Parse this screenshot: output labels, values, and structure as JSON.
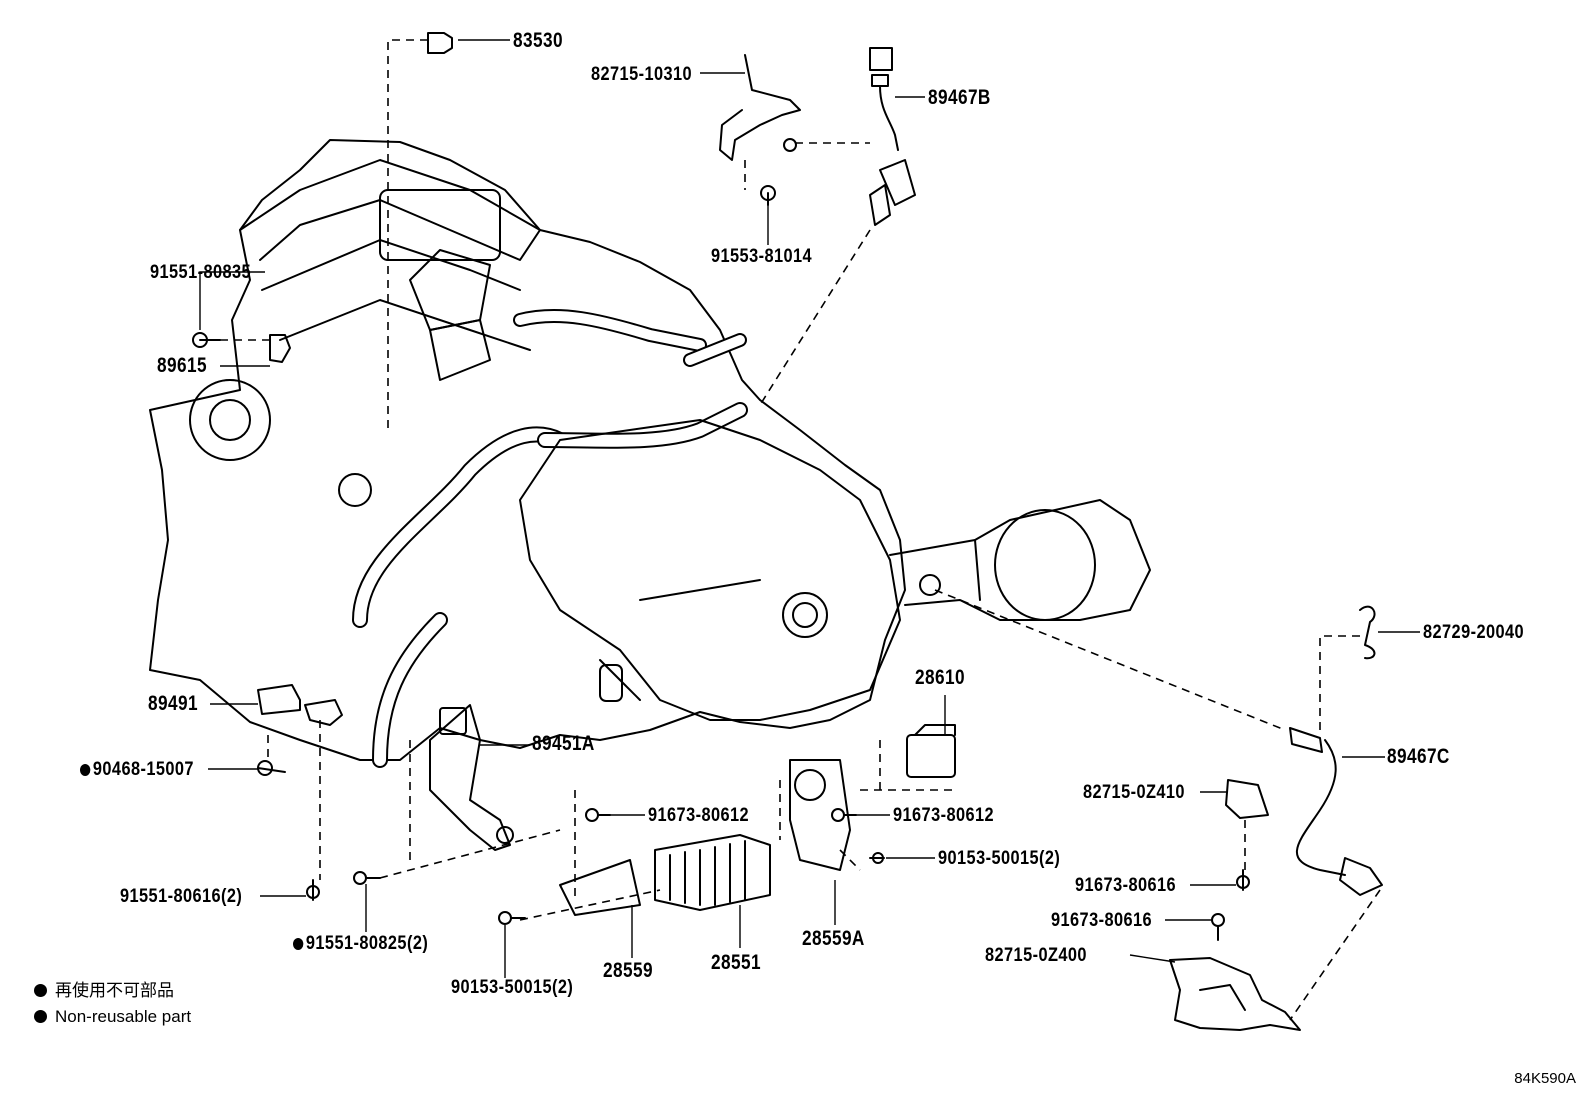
{
  "diagram": {
    "parts": {
      "p83530": "83530",
      "p82715_10310": "82715-10310",
      "p89467B": "89467B",
      "p91553_81014": "91553-81014",
      "p91551_80835": "91551-80835",
      "p89615": "89615",
      "p89491": "89491",
      "p90468_15007": "90468-15007",
      "p89451A": "89451A",
      "p91673_80612_a": "91673-80612",
      "p91673_80612_b": "91673-80612",
      "p28610": "28610",
      "p82729_20040": "82729-20040",
      "p89467C": "89467C",
      "p82715_0Z410": "82715-0Z410",
      "p90153_50015_a": "90153-50015(2)",
      "p91673_80616_a": "91673-80616",
      "p91673_80616_b": "91673-80616",
      "p82715_0Z400": "82715-0Z400",
      "p91551_80616": "91551-80616(2)",
      "p91551_80825": "91551-80825(2)",
      "p90153_50015_b": "90153-50015(2)",
      "p28559": "28559",
      "p28551": "28551",
      "p28559A": "28559A"
    },
    "legend": {
      "jp": "再使用不可部品",
      "en": "Non-reusable part"
    },
    "reference": "84K590A"
  }
}
